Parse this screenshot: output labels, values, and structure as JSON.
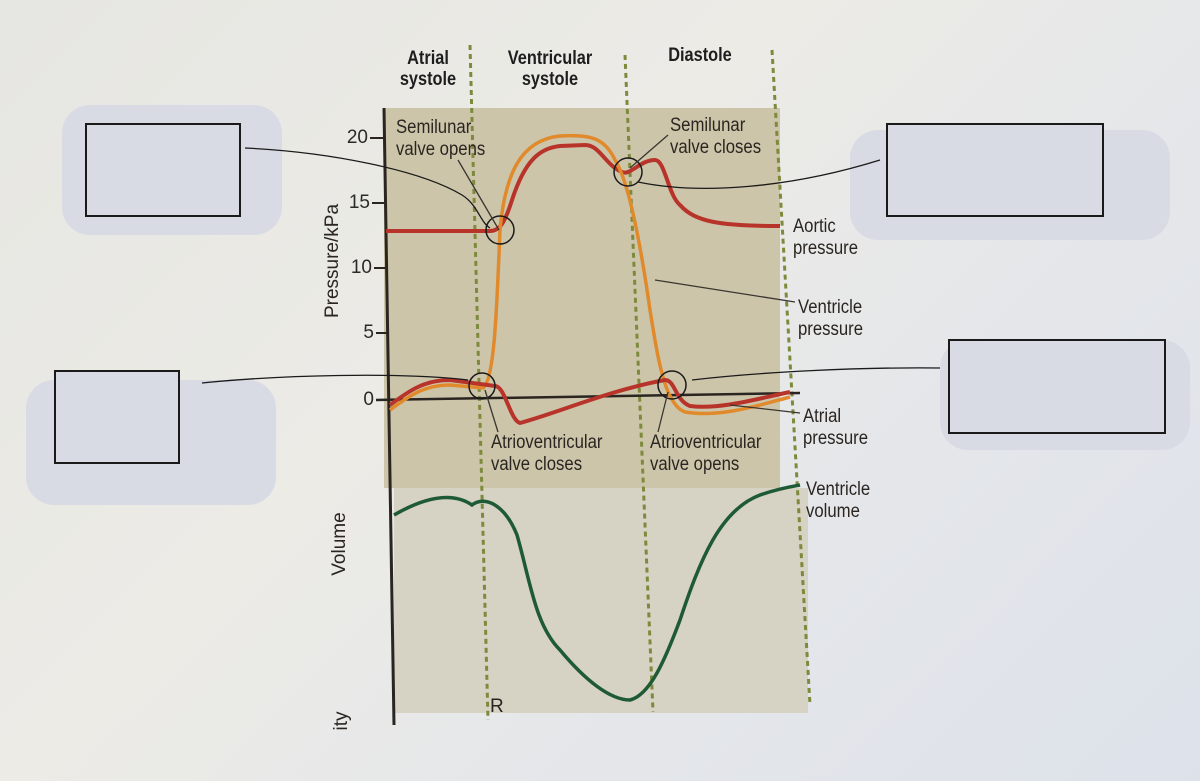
{
  "phases": [
    {
      "label_line1": "Atrial",
      "label_line2": "systole"
    },
    {
      "label_line1": "Ventricular",
      "label_line2": "systole"
    },
    {
      "label_line1": "Diastole",
      "label_line2": ""
    }
  ],
  "axes": {
    "y_pressure_label": "Pressure/kPa",
    "y_pressure_ticks": [
      "20",
      "15",
      "10",
      "5",
      "0"
    ],
    "y_volume_label": "Volume",
    "y_partial_label": "ity",
    "r_marker": "R"
  },
  "annotations": {
    "semilunar_opens": [
      "Semilunar",
      "valve opens"
    ],
    "semilunar_closes": [
      "Semilunar",
      "valve closes"
    ],
    "av_closes": [
      "Atrioventricular",
      "valve closes"
    ],
    "av_opens": [
      "Atrioventricular",
      "valve opens"
    ]
  },
  "legend": {
    "aortic": [
      "Aortic",
      "pressure"
    ],
    "ventricle_pressure": [
      "Ventricle",
      "pressure"
    ],
    "atrial": [
      "Atrial",
      "pressure"
    ],
    "ventricle_volume": [
      "Ventricle",
      "volume"
    ]
  },
  "blank_label_boxes": [
    {
      "id": "box-top-left",
      "value": ""
    },
    {
      "id": "box-bottom-left",
      "value": ""
    },
    {
      "id": "box-top-right",
      "value": ""
    },
    {
      "id": "box-bottom-right",
      "value": ""
    }
  ],
  "colors": {
    "aortic": "#b8342a",
    "ventricle_pressure": "#e08a2c",
    "atrial": "#b8342a",
    "volume": "#1f5a36",
    "panel": "#cfc8b0",
    "phase_divider": "#7d8a3c"
  },
  "chart_data": {
    "type": "line",
    "title": "Cardiac cycle",
    "xlabel": "",
    "ylabel": "Pressure/kPa",
    "ylim": [
      0,
      20
    ],
    "yticks": [
      0,
      5,
      10,
      15,
      20
    ],
    "phases": [
      "Atrial systole",
      "Ventricular systole",
      "Diastole"
    ],
    "x": [
      0,
      0.1,
      0.2,
      0.25,
      0.3,
      0.35,
      0.4,
      0.5,
      0.6,
      0.65,
      0.7,
      0.75,
      0.8,
      0.9,
      1.0
    ],
    "series": [
      {
        "name": "Aortic pressure",
        "values": [
          12.8,
          12.8,
          12.8,
          12.8,
          14,
          19,
          19.5,
          19.5,
          17.5,
          18.2,
          14.5,
          13.3,
          13.2,
          13.2,
          13.2
        ]
      },
      {
        "name": "Ventricle pressure",
        "values": [
          -0.5,
          0.8,
          0.8,
          1,
          14,
          19.5,
          20.2,
          20.2,
          17.5,
          9,
          0.5,
          -0.5,
          -0.3,
          0,
          0.5
        ]
      },
      {
        "name": "Atrial pressure",
        "values": [
          -0.2,
          1.2,
          1.0,
          0.8,
          -1.5,
          -1.2,
          -0.5,
          0.5,
          1.3,
          1.6,
          -0.5,
          -0.5,
          -0.2,
          0.2,
          0.5
        ]
      },
      {
        "name": "Ventricle volume",
        "values": [
          0.88,
          0.95,
          0.92,
          0.93,
          0.75,
          0.35,
          0.2,
          0.05,
          0.02,
          0.25,
          0.6,
          0.85,
          0.95,
          0.98,
          1.0
        ]
      }
    ],
    "annotations": [
      "Semilunar valve opens",
      "Semilunar valve closes",
      "Atrioventricular valve closes",
      "Atrioventricular valve opens",
      "R"
    ],
    "grid": false
  }
}
